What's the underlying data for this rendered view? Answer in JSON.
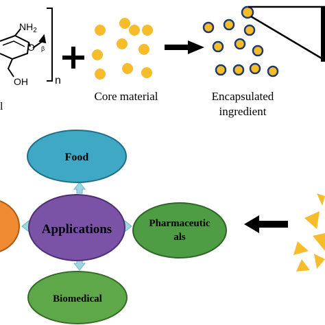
{
  "colors": {
    "core_dot": "#F6BC2C",
    "capsule_ring": "#1F3A6E",
    "arrow": "#000000",
    "food": "#3FA8C4",
    "pharma": "#4E9C43",
    "biomedical": "#5EA84A",
    "applications": "#7A53A7",
    "left_node": "#F08A33",
    "connector": "#9DD6E3",
    "triangle": "#F6BC2C"
  },
  "chem": {
    "nh2": "NH",
    "nh2_sub": "2",
    "oxygen": "O",
    "hydroxyl": "OH",
    "beta": "β",
    "repeat": "n",
    "cut_label": "l"
  },
  "labels": {
    "core_material": "Core material",
    "encapsulated_line1": "Encapsulated",
    "encapsulated_line2": "ingredient"
  },
  "nodes": {
    "food": "Food",
    "applications": "Applications",
    "pharma_line1": "Pharmaceutic",
    "pharma_line2": "als",
    "biomedical": "Biomedical"
  },
  "icons": {
    "plus": "plus-icon",
    "arrow_right": "arrow-right-icon",
    "arrow_left": "arrow-left-icon"
  }
}
